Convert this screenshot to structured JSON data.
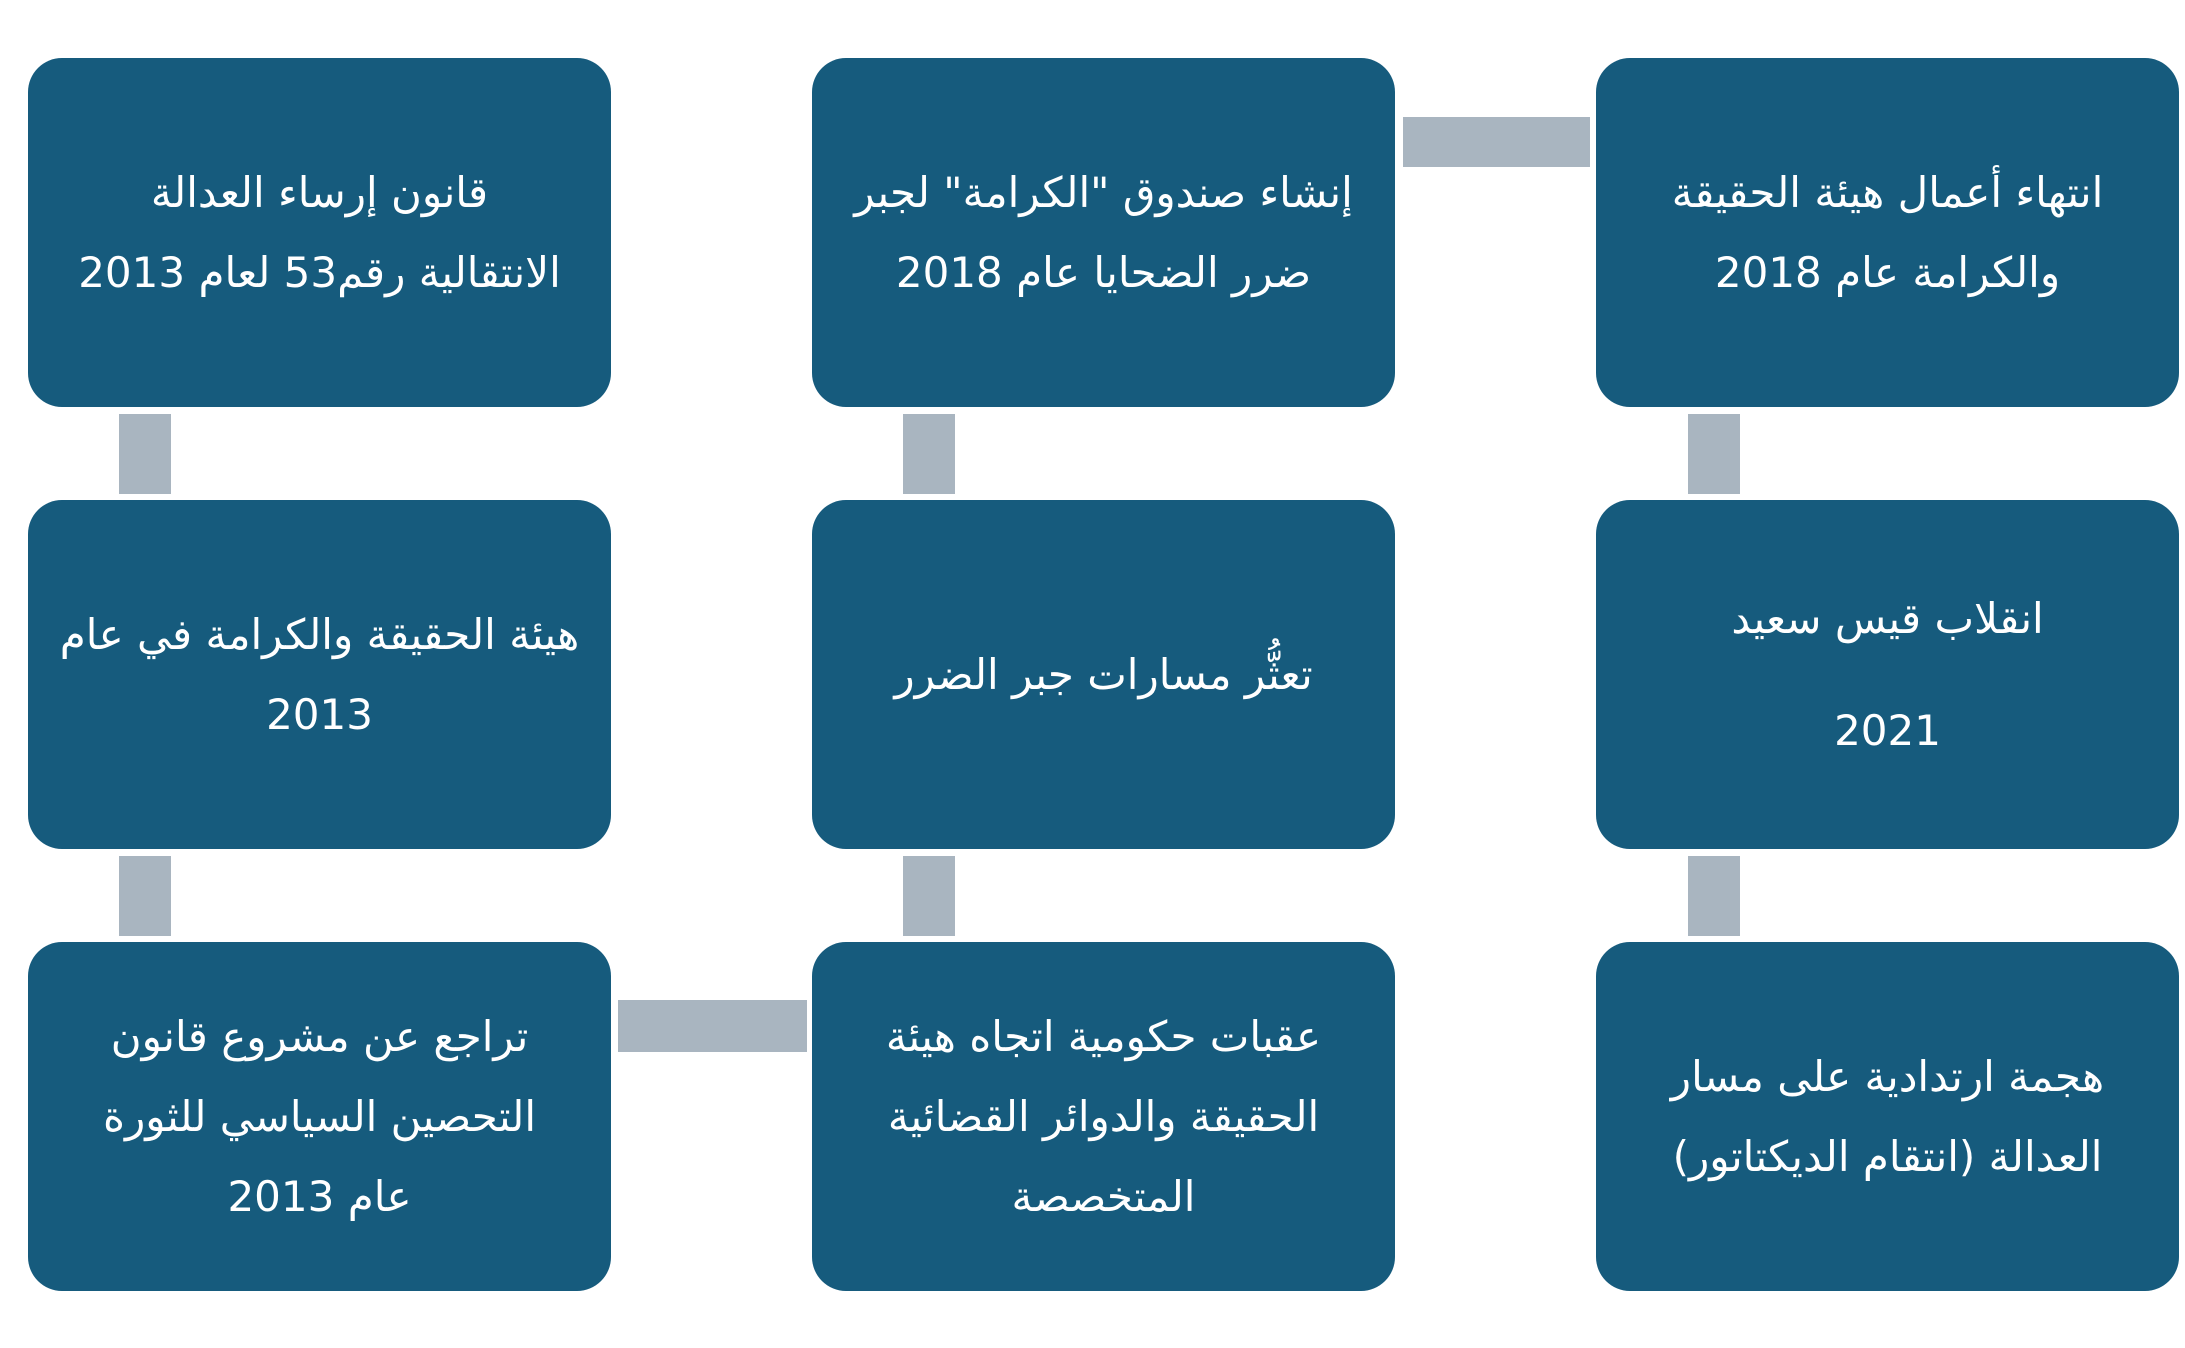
{
  "nodes": [
    {
      "id": "law-53",
      "lines": [
        "قانون إرساء العدالة",
        "الانتقالية رقم53 لعام 2013"
      ]
    },
    {
      "id": "dignity-fund",
      "lines": [
        "إنشاء صندوق \"الكرامة\" لجبر",
        "ضرر الضحايا عام 2018"
      ]
    },
    {
      "id": "ivd-end",
      "lines": [
        "انتهاء أعمال هيئة الحقيقة",
        "والكرامة عام 2018"
      ]
    },
    {
      "id": "ivd-2013",
      "lines": [
        "هيئة الحقيقة والكرامة في عام",
        "2013"
      ]
    },
    {
      "id": "reparation-stall",
      "lines": [
        "تعثُّر مسارات جبر الضرر"
      ]
    },
    {
      "id": "saied-coup",
      "lines": [
        "انقلاب قيس سعيد",
        "2021"
      ]
    },
    {
      "id": "immunization-retreat",
      "lines": [
        "تراجع عن مشروع قانون",
        "التحصين السياسي للثورة",
        "عام 2013"
      ]
    },
    {
      "id": "gov-obstacles",
      "lines": [
        "عقبات حكومية اتجاه هيئة",
        "الحقيقة والدوائر القضائية",
        "المتخصصة"
      ]
    },
    {
      "id": "regression-attack",
      "lines": [
        "هجمة ارتدادية على مسار",
        "العدالة (انتقام الديكتاتور)"
      ]
    }
  ]
}
